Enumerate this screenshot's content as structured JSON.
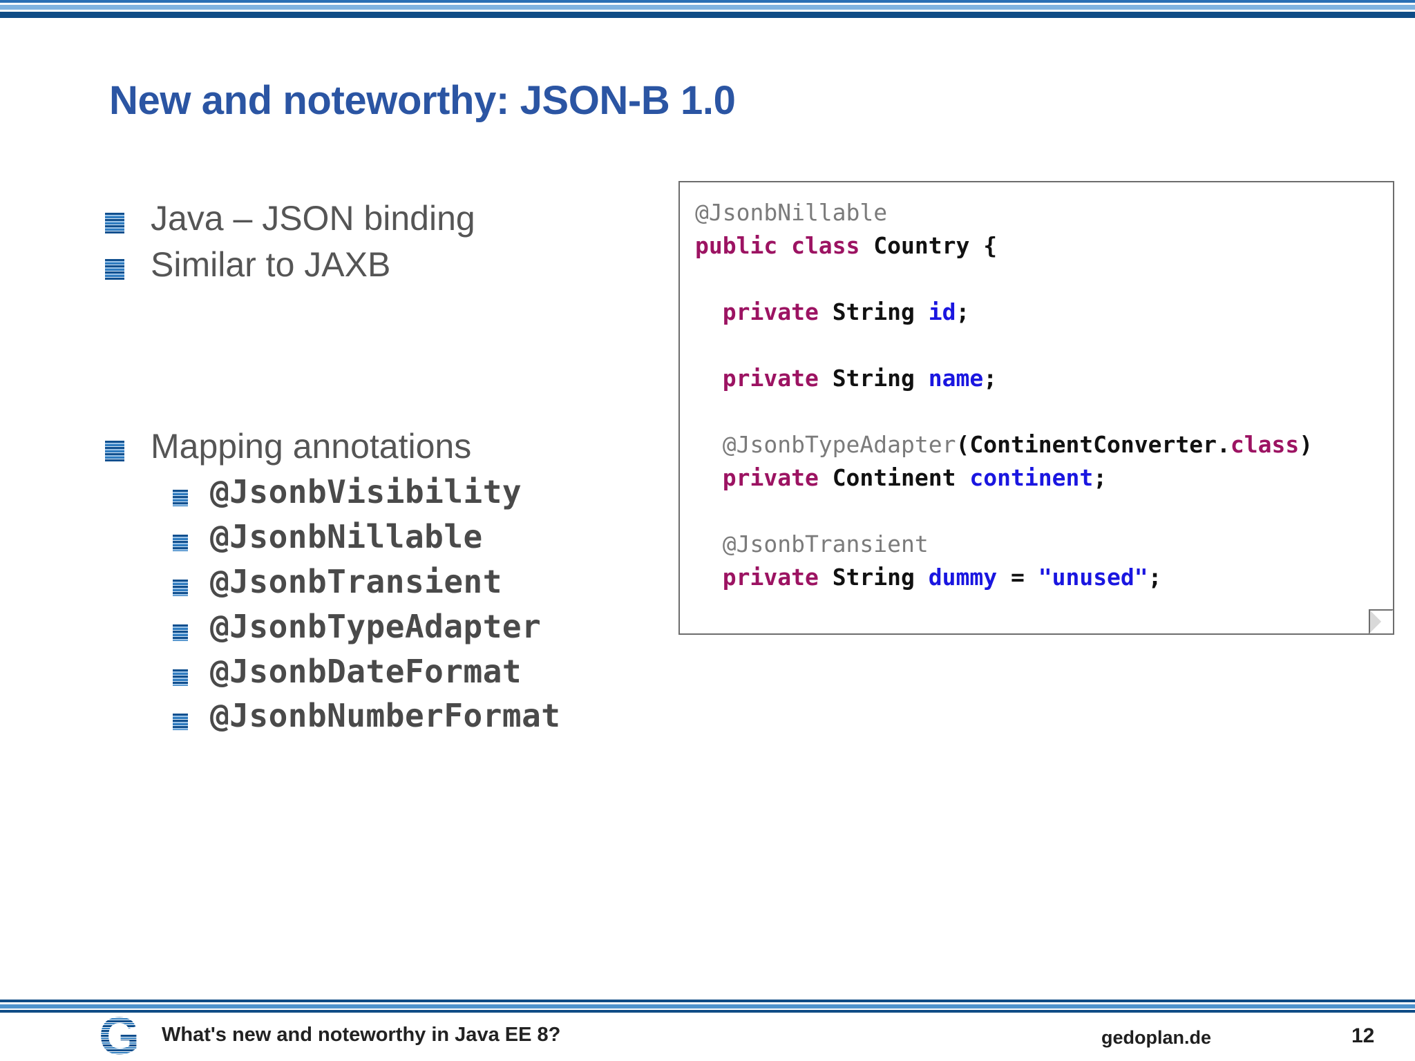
{
  "slide": {
    "title": "New and noteworthy: JSON-B 1.0",
    "page_number": "12"
  },
  "bullets": {
    "level1": [
      {
        "label": "Java – JSON binding"
      },
      {
        "label": "Similar to JAXB"
      },
      {
        "label": "Mapping annotations"
      }
    ],
    "level2": [
      {
        "label": "@JsonbVisibility"
      },
      {
        "label": "@JsonbNillable"
      },
      {
        "label": "@JsonbTransient"
      },
      {
        "label": "@JsonbTypeAdapter"
      },
      {
        "label": "@JsonbDateFormat"
      },
      {
        "label": "@JsonbNumberFormat"
      }
    ]
  },
  "code": {
    "lines": [
      {
        "tokens": [
          {
            "t": "@JsonbNillable",
            "c": "ann"
          }
        ]
      },
      {
        "tokens": [
          {
            "t": "public class ",
            "c": "kw"
          },
          {
            "t": "Country {",
            "c": "plain"
          }
        ]
      },
      {
        "tokens": []
      },
      {
        "tokens": [
          {
            "t": "  private ",
            "c": "kw"
          },
          {
            "t": "String ",
            "c": "plain"
          },
          {
            "t": "id",
            "c": "field"
          },
          {
            "t": ";",
            "c": "plain"
          }
        ]
      },
      {
        "tokens": []
      },
      {
        "tokens": [
          {
            "t": "  private ",
            "c": "kw"
          },
          {
            "t": "String ",
            "c": "plain"
          },
          {
            "t": "name",
            "c": "field"
          },
          {
            "t": ";",
            "c": "plain"
          }
        ]
      },
      {
        "tokens": []
      },
      {
        "tokens": [
          {
            "t": "  @JsonbTypeAdapter",
            "c": "ann"
          },
          {
            "t": "(ContinentConverter.",
            "c": "plain"
          },
          {
            "t": "class",
            "c": "kw"
          },
          {
            "t": ")",
            "c": "plain"
          }
        ]
      },
      {
        "tokens": [
          {
            "t": "  private ",
            "c": "kw"
          },
          {
            "t": "Continent ",
            "c": "plain"
          },
          {
            "t": "continent",
            "c": "field"
          },
          {
            "t": ";",
            "c": "plain"
          }
        ]
      },
      {
        "tokens": []
      },
      {
        "tokens": [
          {
            "t": "  @JsonbTransient",
            "c": "ann"
          }
        ]
      },
      {
        "tokens": [
          {
            "t": "  private ",
            "c": "kw"
          },
          {
            "t": "String ",
            "c": "plain"
          },
          {
            "t": "dummy",
            "c": "field"
          },
          {
            "t": " = ",
            "c": "plain"
          },
          {
            "t": "\"unused\"",
            "c": "str"
          },
          {
            "t": ";",
            "c": "plain"
          }
        ]
      }
    ]
  },
  "footer": {
    "deck_title": "What's new and noteworthy in Java EE 8?",
    "site": "gedoplan.de",
    "logo_letter": "G"
  },
  "colors": {
    "title_blue": "#2b55a3",
    "rule_dark_blue": "#0f4c86",
    "rule_mid_blue": "#2a6fb5",
    "rule_light_blue": "#7fb2e0",
    "body_gray": "#555555",
    "code_annotation": "#7b7b7b",
    "code_keyword": "#9c1362",
    "code_field": "#1a16e0"
  }
}
